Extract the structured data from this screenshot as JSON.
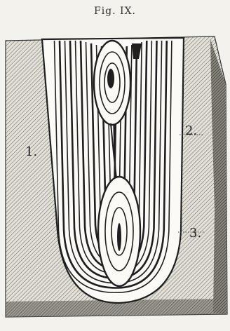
{
  "figure": {
    "caption": "Fig. IX.",
    "labels": [
      "1.",
      "2.",
      "3."
    ]
  },
  "colors": {
    "paper": "#f4f2ec",
    "ink": "#1f1f1f",
    "hatch": "#6b6b6b",
    "vein_fill": "#fbfaf6"
  }
}
